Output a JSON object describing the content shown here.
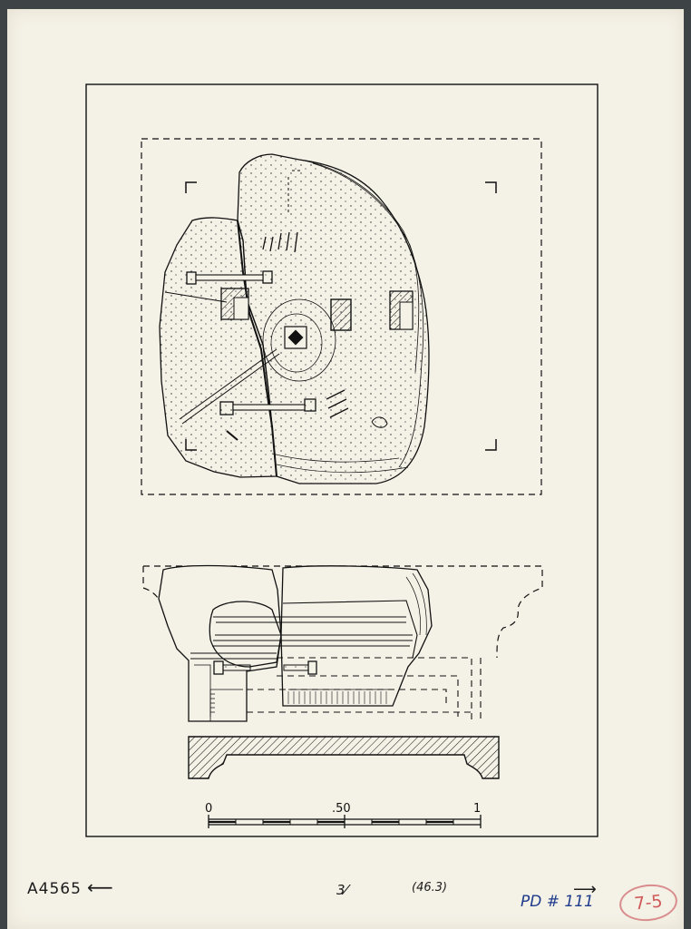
{
  "annotations": {
    "catalog_number": "A4565",
    "scale_note": "3⁄",
    "cm_note": "(46.3)",
    "plate_ref": "PD # 111",
    "stamp": "7-5"
  },
  "scale_bar": {
    "label_start": "0",
    "label_mid": ".50",
    "label_end": "1"
  },
  "colors": {
    "paper": "#f4f1e6",
    "ink": "#111111",
    "pencil_blue": "#1f3c8c",
    "stamp_red": "#cf5a5a"
  }
}
